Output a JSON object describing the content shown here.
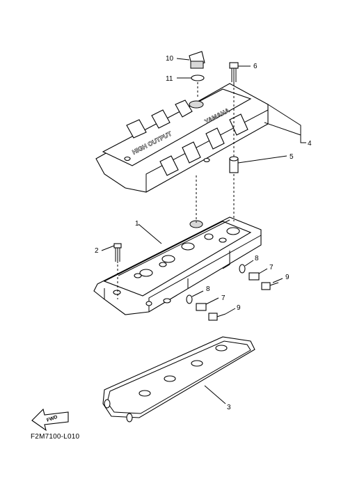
{
  "diagram_code": "F2M7100-L010",
  "cover_embossing": [
    "HIGH OUTPUT",
    "YAMAHA"
  ],
  "fwd_label": "FWD",
  "callouts": [
    {
      "id": "c1",
      "label": "1"
    },
    {
      "id": "c2",
      "label": "2"
    },
    {
      "id": "c3",
      "label": "3"
    },
    {
      "id": "c4",
      "label": "4"
    },
    {
      "id": "c5",
      "label": "5"
    },
    {
      "id": "c6",
      "label": "6"
    },
    {
      "id": "c7a",
      "label": "7"
    },
    {
      "id": "c7b",
      "label": "7"
    },
    {
      "id": "c8a",
      "label": "8"
    },
    {
      "id": "c8b",
      "label": "8"
    },
    {
      "id": "c9a",
      "label": "9"
    },
    {
      "id": "c9b",
      "label": "9"
    },
    {
      "id": "c10",
      "label": "10"
    },
    {
      "id": "c11",
      "label": "11"
    }
  ]
}
